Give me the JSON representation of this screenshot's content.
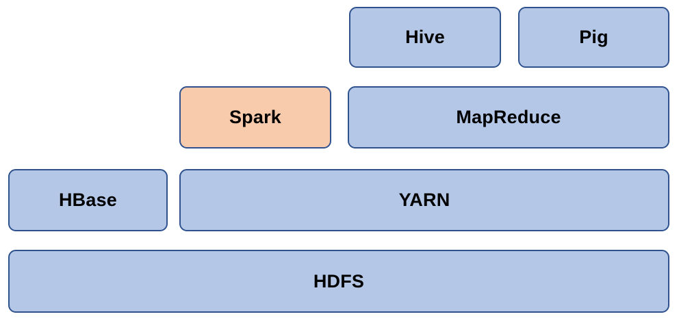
{
  "diagram": {
    "description": "Hadoop ecosystem layer diagram",
    "colors": {
      "background": "#FFFFFF",
      "box-fill-blue": "#B4C7E7",
      "box-fill-orange": "#F8CBAD",
      "box-border": "#2F528F",
      "label-text": "#000000"
    },
    "boxes": [
      {
        "label": "Hive",
        "fill": "blue"
      },
      {
        "label": "Pig",
        "fill": "blue"
      },
      {
        "label": "Spark",
        "fill": "orange"
      },
      {
        "label": "MapReduce",
        "fill": "blue"
      },
      {
        "label": "HBase",
        "fill": "blue"
      },
      {
        "label": "YARN",
        "fill": "blue"
      },
      {
        "label": "HDFS",
        "fill": "blue"
      }
    ]
  }
}
